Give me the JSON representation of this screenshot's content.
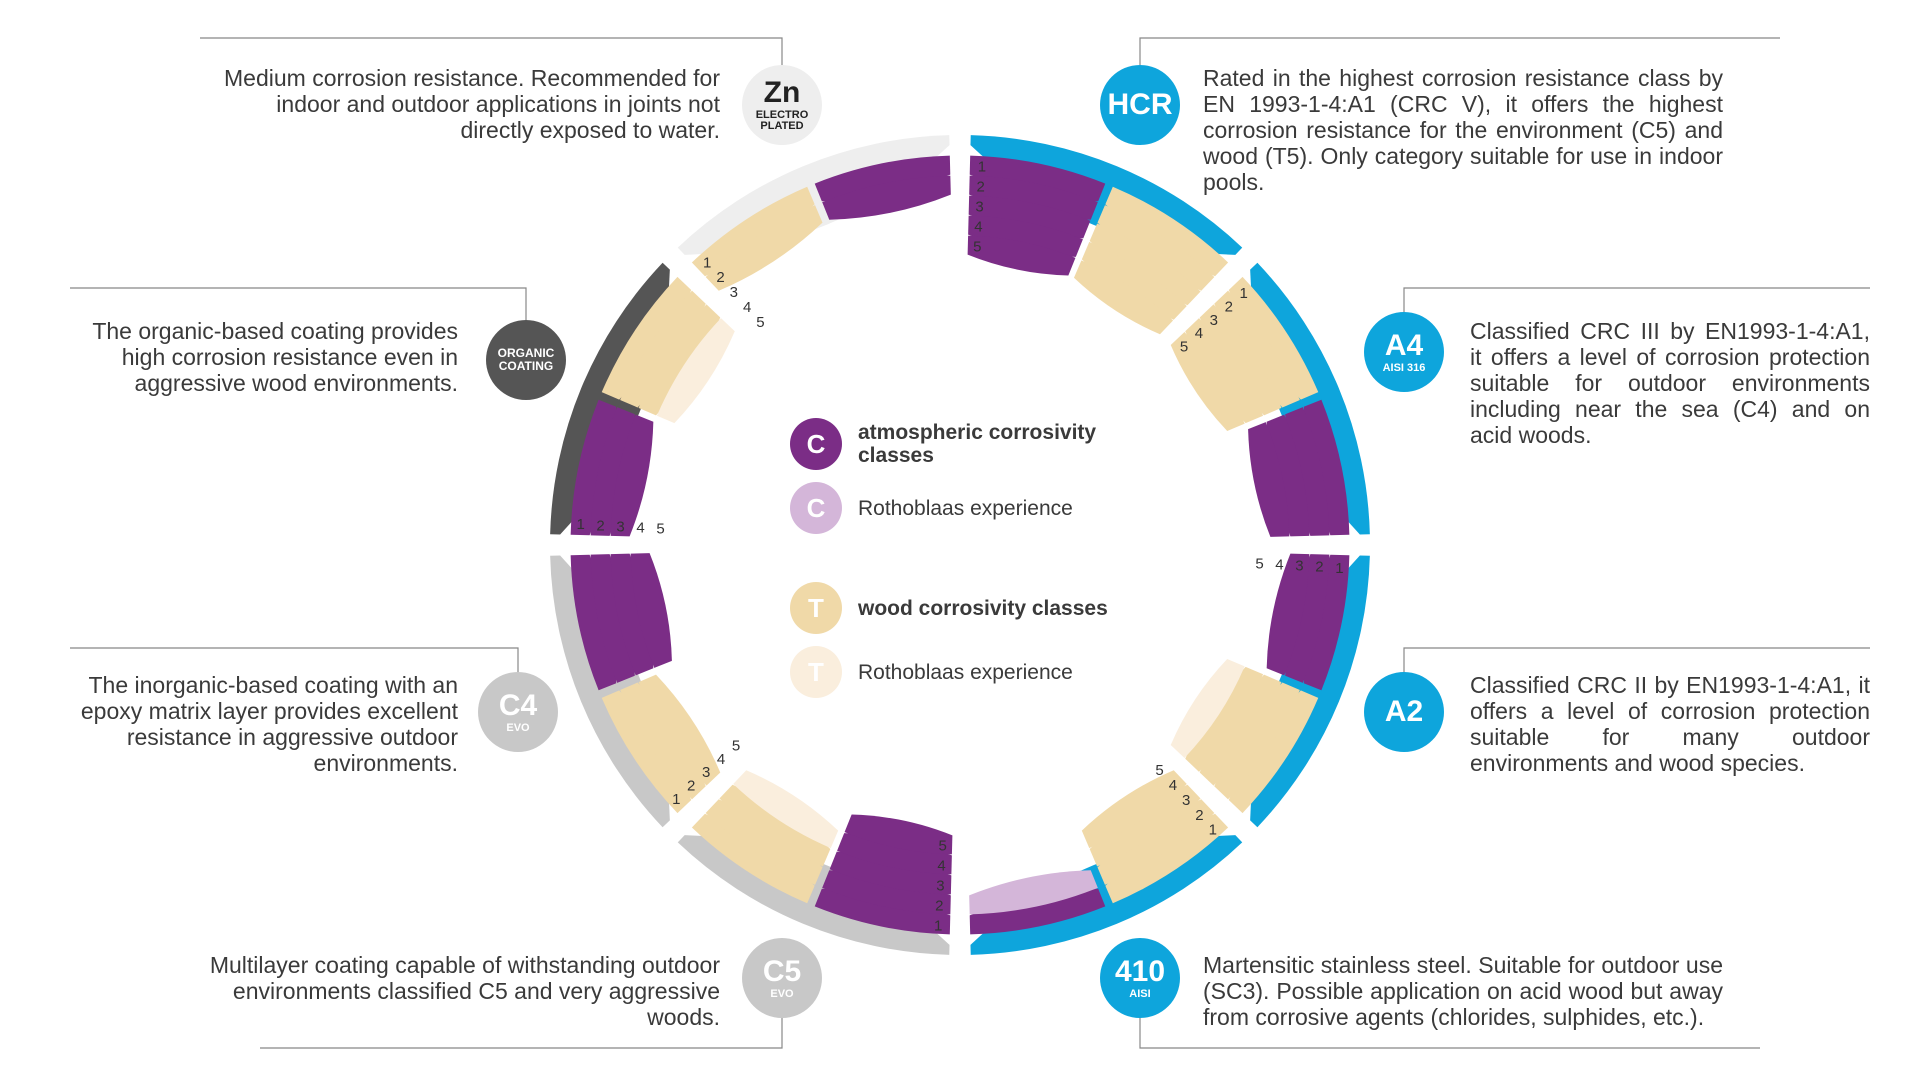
{
  "colors": {
    "purple": "#7b2d86",
    "purple_light": "#d4b6d9",
    "tan": "#f0d9a8",
    "tan_light": "#faeedd",
    "blue": "#0ea5dc",
    "zn_gray": "#eeeeee",
    "organic_gray": "#555555",
    "evo_gray": "#c8c8c8",
    "text": "#3a3a3a"
  },
  "class_numbers": [
    "1",
    "2",
    "3",
    "4",
    "5"
  ],
  "legend": {
    "atmospheric_letter": "C",
    "atmospheric_label": "atmospheric corrosivity classes",
    "atmospheric_experience_letter": "C",
    "atmospheric_experience_label": "Rothoblaas experience",
    "wood_letter": "T",
    "wood_label": "wood corrosivity classes",
    "wood_experience_letter": "T",
    "wood_experience_label": "Rothoblaas experience"
  },
  "sectors": [
    {
      "id": "hcr",
      "badge": "HCR",
      "badge_sub": "",
      "badge_icon": "hcr-badge-icon",
      "description": "Rated in the highest corrosion resistance class by EN 1993-1-4:A1 (CRC V), it offers the highest corrosion resistance for the environment (C5) and wood (T5). Only category suitable for use in indoor pools.",
      "atmospheric_max": 5,
      "atmospheric_experience": 5,
      "wood_max": 5,
      "wood_experience": 5
    },
    {
      "id": "a4",
      "badge": "A4",
      "badge_sub": "AISI 316",
      "badge_icon": "a4-badge-icon",
      "description": "Classified CRC III by EN1993-1-4:A1, it offers a level of corrosion protection suitable for outdoor environments including near the sea (C4) and on acid woods.",
      "atmospheric_max": 4,
      "atmospheric_experience": 4,
      "wood_max": 5,
      "wood_experience": 5
    },
    {
      "id": "a2",
      "badge": "A2",
      "badge_sub": "",
      "badge_icon": "a2-badge-icon",
      "description": "Classified CRC II by EN1993-1-4:A1, it offers a level of corrosion protection suitable for many outdoor environments and wood species.",
      "atmospheric_max": 3,
      "atmospheric_experience": 3,
      "wood_max": 4,
      "wood_experience": 5
    },
    {
      "id": "aisi410",
      "badge": "410",
      "badge_sub": "AISI",
      "badge_icon": "aisi410-badge-icon",
      "description": "Martensitic stainless steel. Suitable for outdoor use (SC3). Possible application on acid wood but away from corrosive agents (chlorides, sulphides, etc.).",
      "atmospheric_max": 1,
      "atmospheric_experience": 2,
      "wood_max": 4,
      "wood_experience": 4
    },
    {
      "id": "c5",
      "badge": "C5",
      "badge_sub": "EVO",
      "badge_icon": "c5-evo-badge-icon",
      "description": "Multilayer coating capable of withstanding outdoor environments classified C5 and very aggressive woods.",
      "atmospheric_max": 5,
      "atmospheric_experience": 5,
      "wood_max": 3,
      "wood_experience": 4
    },
    {
      "id": "c4",
      "badge": "C4",
      "badge_sub": "EVO",
      "badge_icon": "c4-evo-badge-icon",
      "description": "The inorganic-based coating with an epoxy matrix layer provides excellent resistance in aggressive outdoor environments.",
      "atmospheric_max": 4,
      "atmospheric_experience": 4,
      "wood_max": 3,
      "wood_experience": 3
    },
    {
      "id": "organic",
      "badge": "ORGANIC COATING",
      "badge_sub": "",
      "badge_icon": "organic-coating-badge-icon",
      "description": "The organic-based coating provides high corrosion resistance even in aggressive wood environments.",
      "atmospheric_max": 3,
      "atmospheric_experience": 3,
      "wood_max": 3,
      "wood_experience": 4
    },
    {
      "id": "zn",
      "badge": "Zn",
      "badge_sub": "ELECTRO PLATED",
      "badge_icon": "zn-electroplated-badge-icon",
      "description": "Medium corrosion resistance. Recommended for indoor and outdoor applications in joints not directly exposed to water.",
      "atmospheric_max": 2,
      "atmospheric_experience": 2,
      "wood_max": 2,
      "wood_experience": 2
    }
  ]
}
